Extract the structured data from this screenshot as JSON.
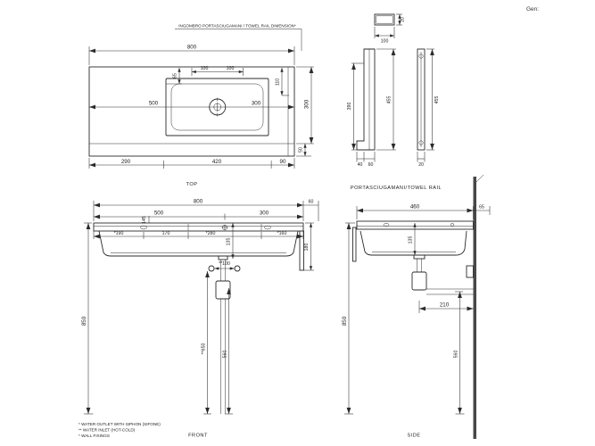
{
  "meta": {
    "gen_label": "Gen:"
  },
  "notes": {
    "towel_rail": "INGOMBRO PORTASCIUGAMANI / TOWEL RAIL DIMENSION*"
  },
  "top_view": {
    "title": "TOP",
    "dims": {
      "overall_width": "800",
      "left_to_drain": "500",
      "drain_to_right": "300",
      "hole_pitch_left": "100",
      "hole_pitch_right": "100",
      "bowl_setback": "65",
      "rail_setback": "110",
      "depth": "300",
      "front_edge": "50",
      "bottom_left": "290",
      "bottom_center": "420",
      "bottom_right": "90"
    }
  },
  "rail_view": {
    "title": "PORTASCIUGAMANI/TOWEL RAIL",
    "dims": {
      "bar_thickness": "20",
      "bar_depth": "100",
      "bar_length": "390",
      "height_left": "455",
      "height_right": "455",
      "foot_front": "40",
      "foot_back": "60",
      "plate_thickness": "20"
    }
  },
  "front_view": {
    "title": "FRONT",
    "dims": {
      "overall_width": "800",
      "rail_overhang": "60",
      "left_to_drain": "500",
      "drain_to_right": "300",
      "fixing_left": "*190",
      "span_left": "170",
      "fixing_center": "*280",
      "bowl_depth": "135",
      "fixing_right": "*160",
      "hole_detail": "145",
      "rail_drop": "180",
      "inlet_spacing": "**100",
      "height": "850",
      "inlet_height": "**650",
      "outlet_height": "560"
    }
  },
  "side_view": {
    "title": "SIDE",
    "dims": {
      "overall_depth": "460",
      "rail_offset": "65",
      "bowl_depth": "135",
      "outlet_to_wall": "210",
      "height": "850",
      "outlet_height": "560"
    }
  },
  "footnotes": [
    "* WATER OUTLET WITH SIPHON (SIFONE)",
    "** WATER INLET (HOT-COLD)",
    "* WALL FIXINGS"
  ]
}
